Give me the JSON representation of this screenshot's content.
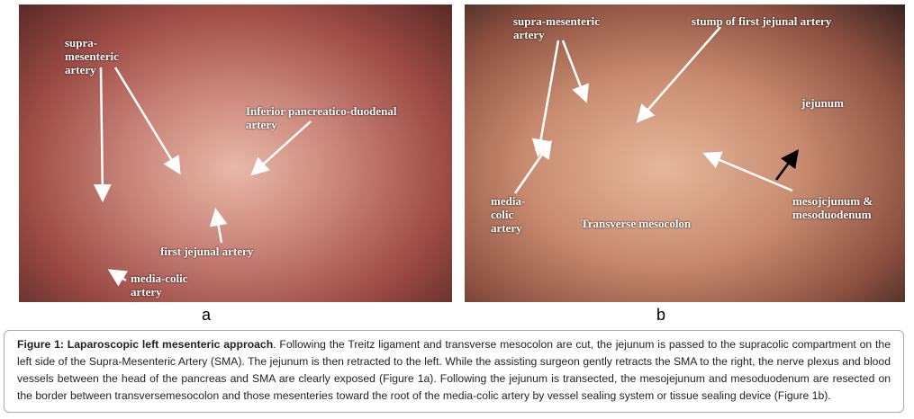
{
  "panel_a": {
    "letter": "a",
    "labels": {
      "sma": "supra-mesenteric artery",
      "ipda": "Inferior pancreatico-duodenal artery",
      "fja": "first jejunal artery",
      "mca": "media-colic artery"
    }
  },
  "panel_b": {
    "letter": "b",
    "labels": {
      "sma": "supra-mesenteric artery",
      "stump": "stump of first jejunal artery",
      "jejunum": "jejunum",
      "mca": "media-colic artery",
      "tm": "Transverse mesocolon",
      "meso": "mesojcjunum & mesoduodenum"
    }
  },
  "caption": {
    "label": "Figure 1: Laparoscopic left mesenteric approach",
    "text": ". Following the Treitz ligament and transverse mesocolon are cut, the jejunum is passed to the supracolic compartment on the left side of the Supra-Mesenteric Artery (SMA). The jejunum is then retracted to the left. While the assisting surgeon gently retracts the SMA to the right, the nerve plexus and blood vessels between the head of the pancreas and SMA are clearly exposed (Figure 1a). Following the jejunum is transected, the mesojejunum and mesoduodenum are resected on the border between transversemesocolon and those mesenteries toward the root of the media-colic artery by vessel sealing system or tissue sealing device (Figure 1b)."
  }
}
